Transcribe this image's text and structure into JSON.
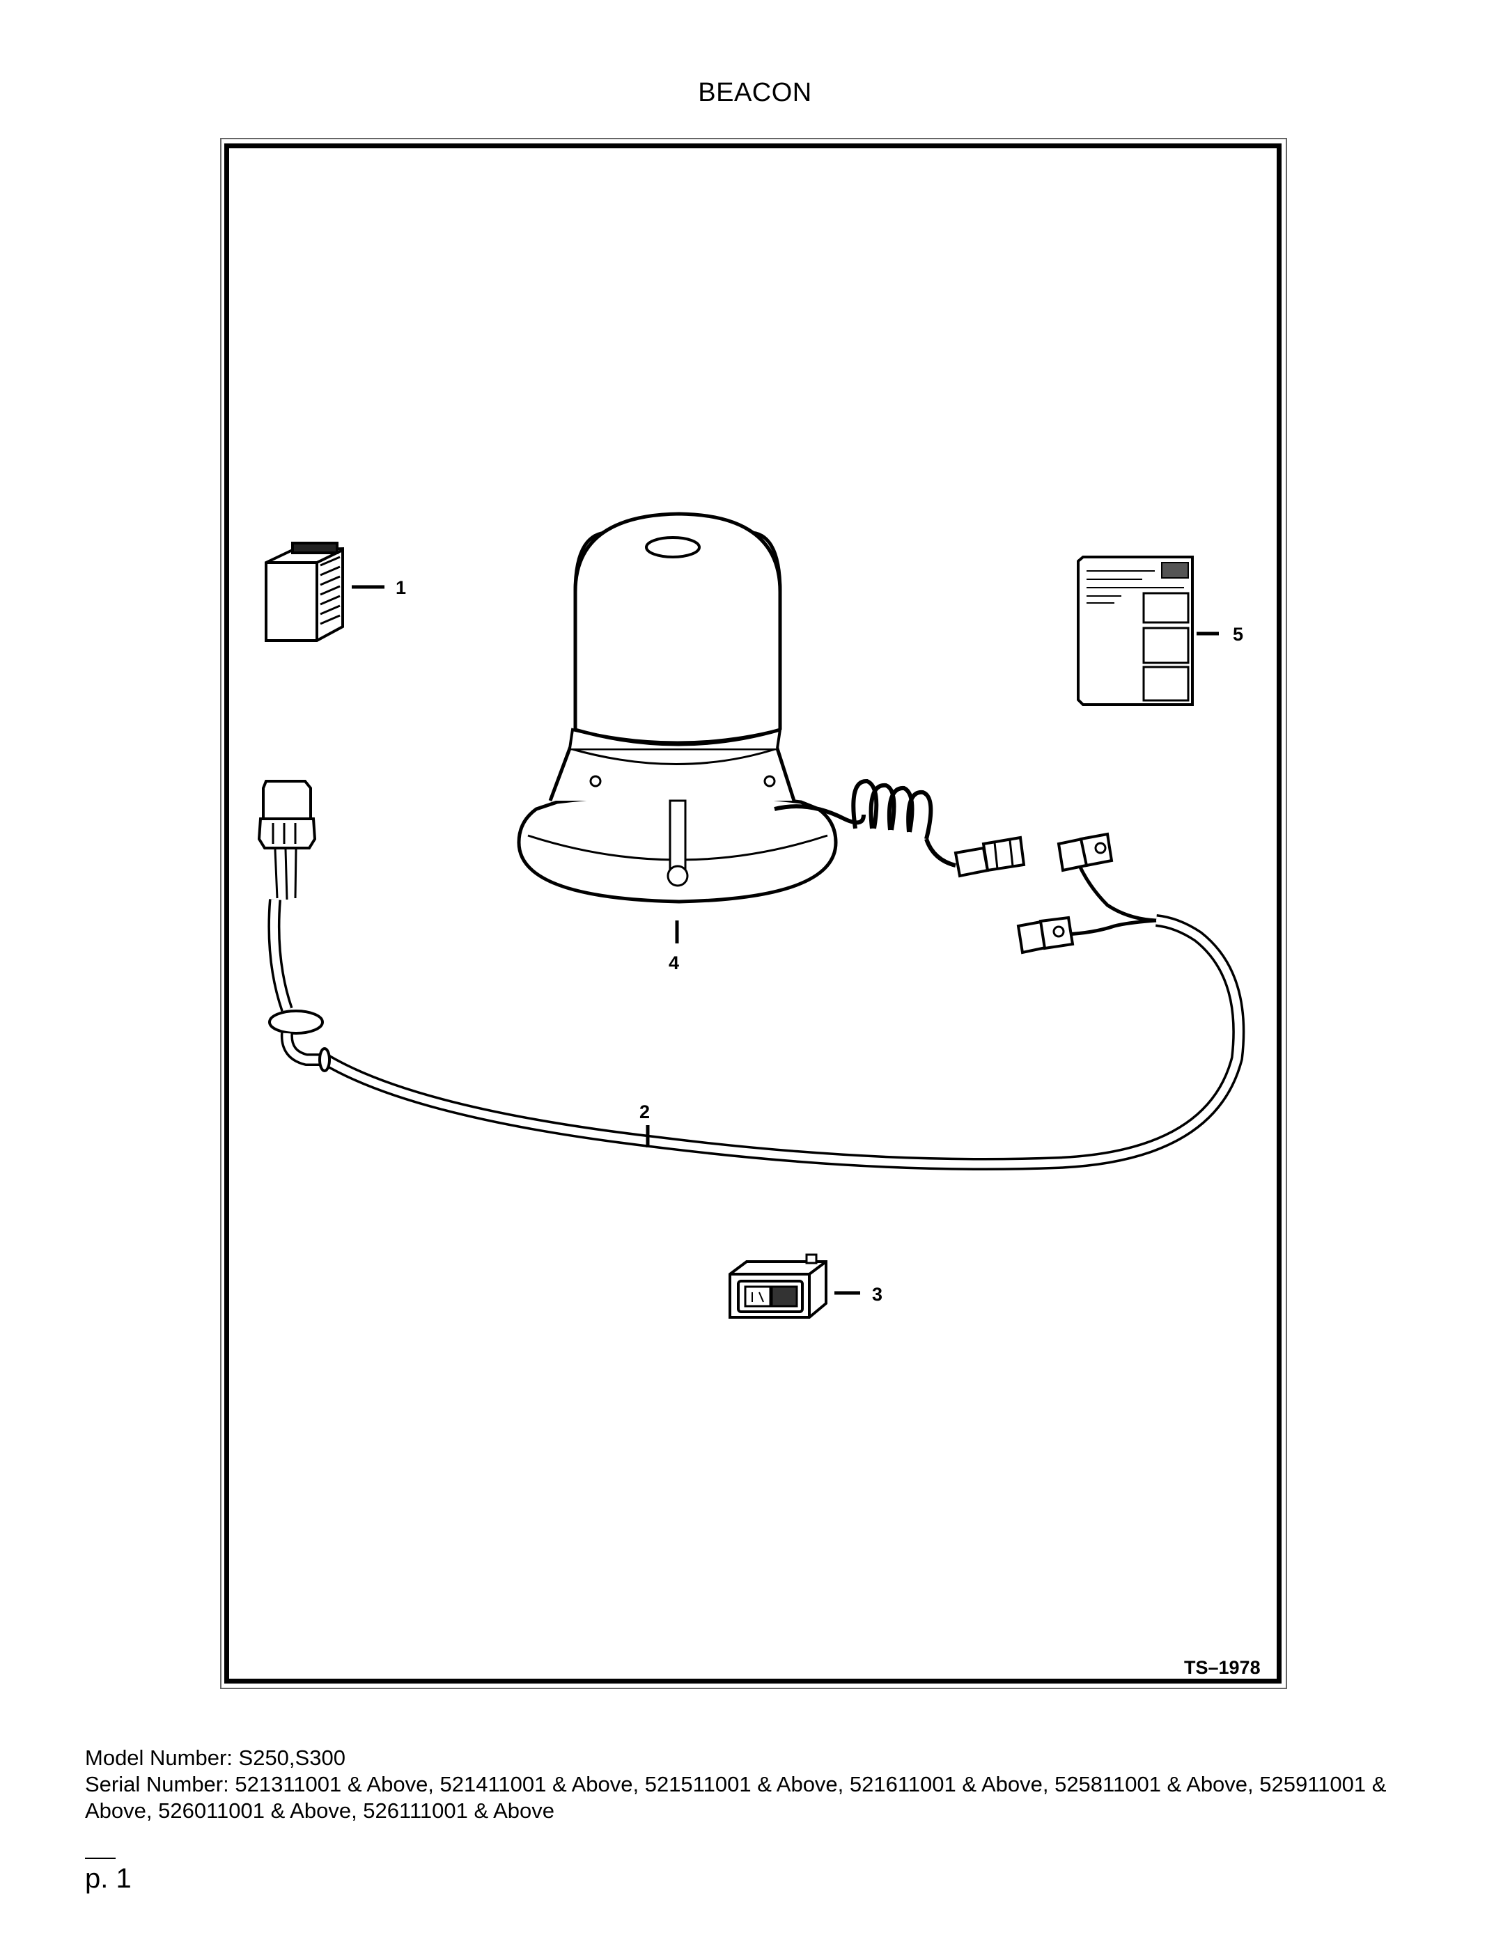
{
  "page": {
    "title": "BEACON",
    "figure_ref": "TS–1978",
    "page_number": "p. 1"
  },
  "callouts": {
    "c1": "1",
    "c2": "2",
    "c3": "3",
    "c4": "4",
    "c5": "5"
  },
  "footer": {
    "model_line": "Model Number: S250,S300",
    "serial_line": "Serial Number: 521311001 & Above, 521411001 & Above, 521511001 & Above, 521611001 & Above, 525811001 & Above, 525911001 & Above, 526011001 & Above, 526111001 & Above"
  }
}
